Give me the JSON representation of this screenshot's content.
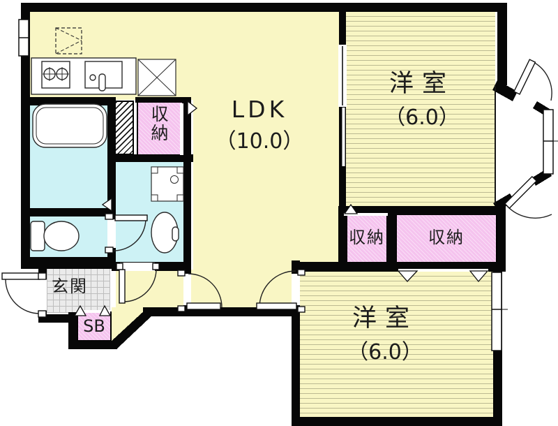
{
  "floorplan": {
    "ldk": {
      "label": "LDK",
      "size": "（10.0）"
    },
    "bedroom_top": {
      "label": "洋室",
      "size": "（6.0）"
    },
    "bedroom_bottom": {
      "label": "洋室",
      "size": "（6.0）"
    },
    "closet_top_left": {
      "label": "収納"
    },
    "closet_mid_left": {
      "label": "収納"
    },
    "closet_mid_right": {
      "label": "収納"
    },
    "entrance": {
      "label": "玄関"
    },
    "shoe_box": {
      "label": "SB"
    }
  },
  "colors": {
    "floor-yellow": "#f9f6c4",
    "floor-line": "#bcba92",
    "floor-blue": "#cdf2f5",
    "closet-pink": "#f5c3ee",
    "tile-gray": "#ebebeb",
    "tile-line": "#bdbdbd",
    "wall": "#070707",
    "ink": "#1c1c1c"
  }
}
